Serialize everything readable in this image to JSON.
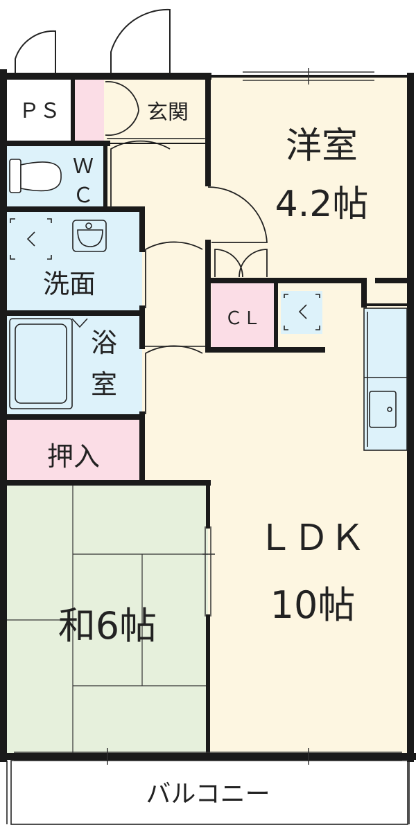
{
  "floorplan": {
    "rooms": {
      "ps": "ＰＳ",
      "entrance": "玄関",
      "wc_top": "Ｗ",
      "wc_bottom": "Ｃ",
      "washroom": "洗面",
      "bath_top": "浴",
      "bath_bottom": "室",
      "closet_oshiire": "押入",
      "western_name": "洋室",
      "western_size": "4.2帖",
      "closet_cl": "ＣＬ",
      "ldk_name": "ＬＤＫ",
      "ldk_size": "10帖",
      "japanese": "和6帖",
      "balcony": "バルコニー"
    },
    "colors": {
      "wall": "#1a1a1a",
      "beige": "#fdf6e1",
      "light_blue": "#ddf2fa",
      "pink": "#fbdde6",
      "tatami": "#e6f0dc",
      "white": "#ffffff"
    }
  }
}
